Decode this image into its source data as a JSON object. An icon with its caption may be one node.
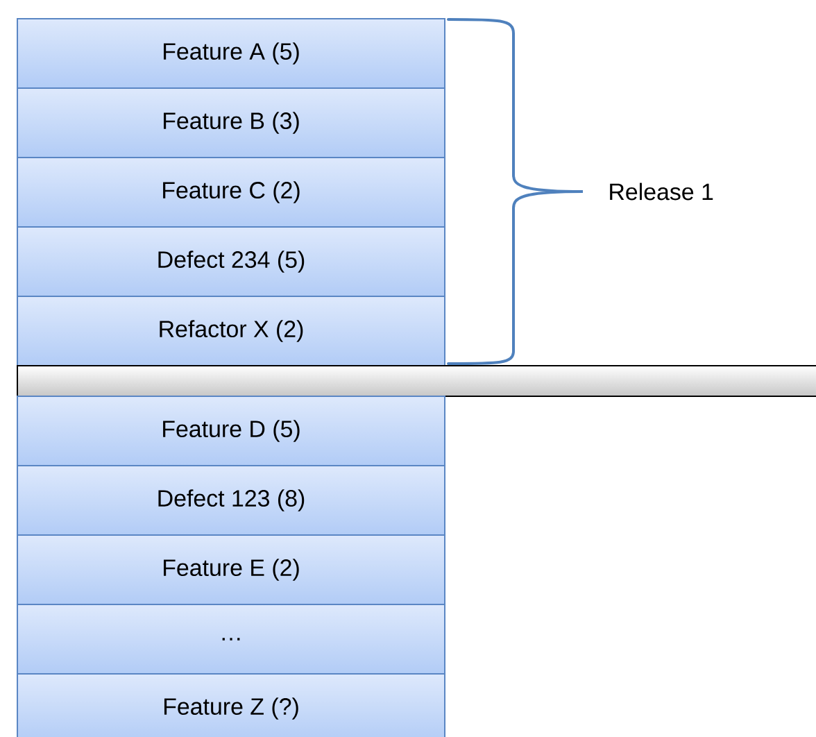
{
  "diagram": {
    "nodes": [
      {
        "text": [
          "Feature A (5)"
        ]
      },
      {
        "text": [
          "Feature B (3)"
        ]
      },
      {
        "text": [
          "Feature C (2)"
        ]
      },
      {
        "text": [
          "Defect 234 (5)"
        ]
      },
      {
        "text": [
          "Refactor X (2)"
        ]
      },
      {
        "text": [],
        "shape": "bar"
      },
      {
        "text": [
          "Feature D (5)"
        ]
      },
      {
        "text": [
          "Defect 123 (8)"
        ]
      },
      {
        "text": [
          "Feature E (2)"
        ]
      },
      {
        "text": [
          "…"
        ]
      },
      {
        "text": [
          "Feature Z (?)"
        ]
      }
    ],
    "labels": [
      "Release 1"
    ]
  }
}
